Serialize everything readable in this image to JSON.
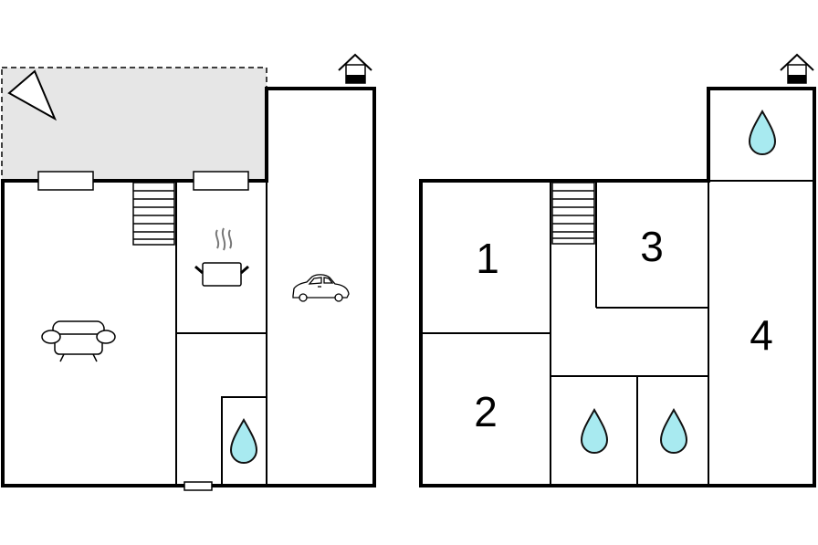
{
  "floorplan": {
    "upper_floor": {
      "room_numbers": [
        "1",
        "2",
        "3",
        "4"
      ]
    }
  },
  "colors": {
    "wall": "#000000",
    "terrace_fill": "#e6e6e6",
    "water_drop": "#a8eaf0",
    "background": "#ffffff"
  },
  "icons": [
    "compass-arrow-icon",
    "house-entrance-icon",
    "sofa-icon",
    "cooking-pot-icon",
    "car-icon",
    "stairs-icon",
    "water-drop-icon"
  ]
}
